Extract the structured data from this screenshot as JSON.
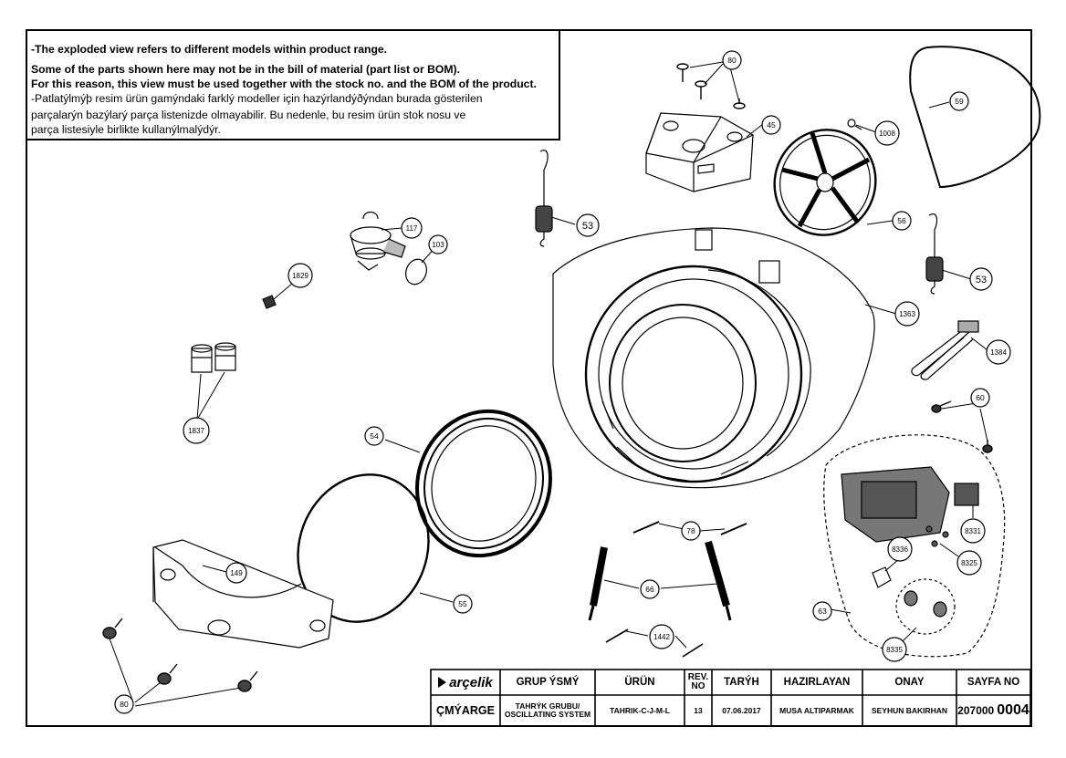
{
  "notes": {
    "line1": "-The exploded view refers to different models within product range.",
    "line2": "Some of the parts shown here may not be in the bill of material (part list or BOM).",
    "line3": "For this reason, this view must be used together with the stock no. and the BOM of the product.",
    "line4": "-Patlatýlmýþ resim ürün gamýndaki farklý modeller için hazýrlandýðýndan burada gösterilen",
    "line5": "parçalarýn bazýlarý parça listenizde olmayabilir. Bu nedenle, bu resim ürün stok nosu ve",
    "line6": "parça listesiyle birlikte kullanýlmalýdýr."
  },
  "callouts": {
    "c80a": "80",
    "c45": "45",
    "c1008": "1008",
    "c59": "59",
    "c53a": "53",
    "c117": "117",
    "c103": "103",
    "c56": "56",
    "c53b": "53",
    "c1829": "1829",
    "c1363": "1363",
    "c1384": "1384",
    "c1837": "1837",
    "c60": "60",
    "c54": "54",
    "c8331": "8331",
    "c78": "78",
    "c8336": "8336",
    "c8325": "8325",
    "c149": "149",
    "c66": "66",
    "c55": "55",
    "c63": "63",
    "c1442": "1442",
    "c8335": "8335",
    "c80b": "80"
  },
  "title_block": {
    "brand": "arçelik",
    "grup_header": "GRUP ÝSMÝ",
    "urun_header": "ÜRÜN",
    "rev_header": "REV. NO",
    "tarih_header": "TARÝH",
    "hazirlayan_header": "HAZIRLAYAN",
    "onay_header": "ONAY",
    "sayfa_header": "SAYFA NO",
    "cmyarge": "ÇMÝARGE",
    "grup_value": "TAHRÝK GRUBU/ OSCILLATING SYSTEM",
    "urun_value": "TAHRIK-C-J-M-L",
    "rev_value": "13",
    "tarih_value": "07.06.2017",
    "hazirlayan_value": "MUSA ALTIPARMAK",
    "onay_value": "SEYHUN BAKIRHAN",
    "sayfa_code": "207000",
    "sayfa_page": "0004"
  },
  "colors": {
    "line": "#000000",
    "paper": "#ffffff",
    "shade": "#d8d8d8"
  }
}
